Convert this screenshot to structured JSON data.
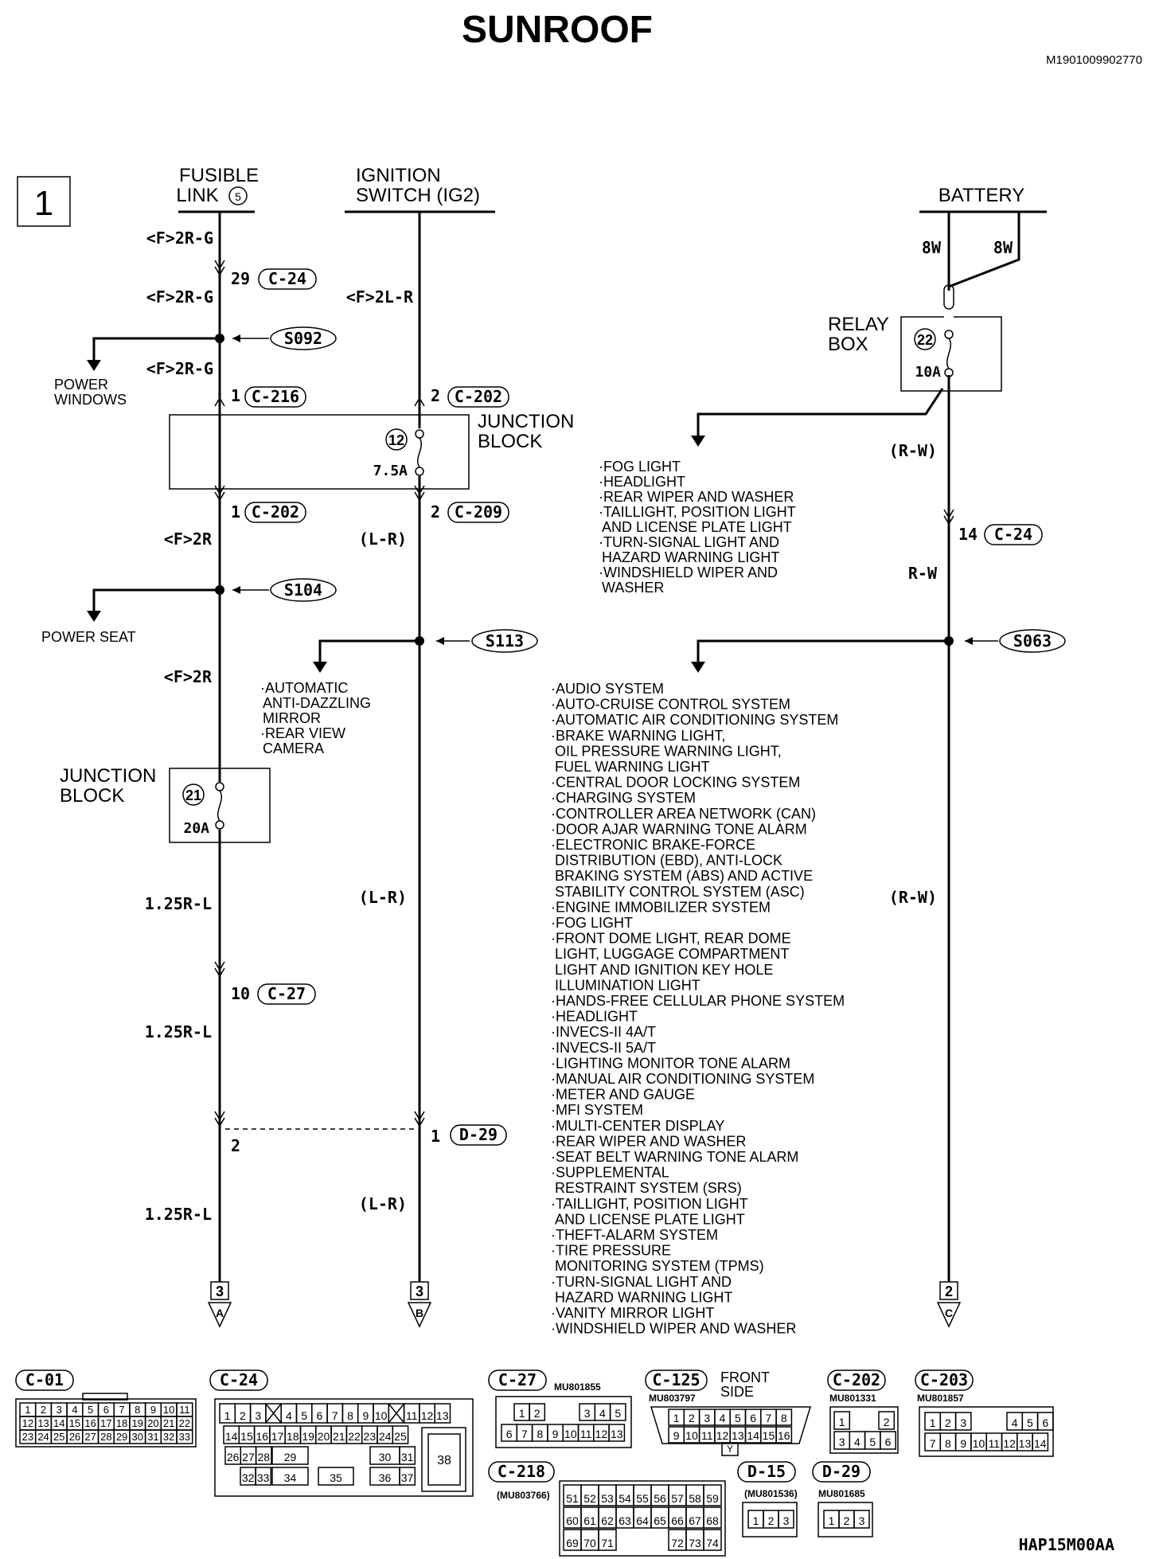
{
  "title": "SUNROOF",
  "doc_id": "M1901009902770",
  "figure_code": "HAP15M00AA",
  "page_number": "1",
  "sources": {
    "fusible_link": [
      "FUSIBLE",
      "LINK"
    ],
    "fusible_link_num": "5",
    "ignition_switch": [
      "IGNITION",
      "SWITCH (IG2)"
    ],
    "battery": "BATTERY"
  },
  "wire_labels": {
    "w1": "<F>2R-G",
    "w2": "<F>2R-G",
    "w3": "<F>2R-G",
    "w4": "<F>2L-R",
    "w5": "<F>2R",
    "w6": "<F>2R",
    "w7": "1.25R-L",
    "w8": "1.25R-L",
    "w9": "1.25R-L",
    "w10": "(L-R)",
    "w11": "(L-R)",
    "w12": "(L-R)",
    "w13": "8W",
    "w14": "8W",
    "w15": "(R-W)",
    "w16": "R-W",
    "w17": "(R-W)"
  },
  "pins": {
    "p1": "29",
    "c1": "C-24",
    "p2": "1",
    "c2": "C-216",
    "p3": "2",
    "c3": "C-202",
    "p4": "1",
    "c4": "C-202",
    "p5": "2",
    "c5": "C-209",
    "p6": "14",
    "c6": "C-24",
    "p7": "10",
    "c7": "C-27",
    "p8": "2",
    "p9": "1",
    "c9": "D-29"
  },
  "splices": {
    "s1": "S092",
    "s2": "S104",
    "s3": "S113",
    "s4": "S063"
  },
  "branches": {
    "power_windows": [
      "POWER",
      "WINDOWS"
    ],
    "power_seat": "POWER SEAT",
    "s113_list": [
      "·AUTOMATIC",
      "ANTI-DAZZLING",
      "MIRROR",
      "·REAR VIEW",
      "CAMERA"
    ],
    "relay_list": [
      "·FOG LIGHT",
      "·HEADLIGHT",
      "·REAR WIPER AND WASHER",
      "·TAILLIGHT, POSITION LIGHT",
      "AND LICENSE PLATE LIGHT",
      "·TURN-SIGNAL LIGHT AND",
      "HAZARD WARNING LIGHT",
      "·WINDSHIELD WIPER AND",
      "WASHER"
    ],
    "s063_list": [
      "·AUDIO SYSTEM",
      "·AUTO-CRUISE CONTROL SYSTEM",
      "·AUTOMATIC AIR CONDITIONING SYSTEM",
      "·BRAKE WARNING LIGHT,",
      "OIL PRESSURE WARNING LIGHT,",
      "FUEL WARNING LIGHT",
      "·CENTRAL DOOR LOCKING SYSTEM",
      "·CHARGING SYSTEM",
      "·CONTROLLER AREA NETWORK (CAN)",
      "·DOOR AJAR WARNING TONE ALARM",
      "·ELECTRONIC BRAKE-FORCE",
      "DISTRIBUTION  (EBD), ANTI-LOCK",
      "BRAKING SYSTEM (ABS) AND ACTIVE",
      "STABILITY CONTROL SYSTEM (ASC)",
      "·ENGINE IMMOBILIZER SYSTEM",
      "·FOG LIGHT",
      "·FRONT DOME LIGHT, REAR DOME",
      "LIGHT, LUGGAGE COMPARTMENT",
      "LIGHT AND IGNITION KEY HOLE",
      "ILLUMINATION LIGHT",
      "·HANDS-FREE CELLULAR PHONE SYSTEM",
      "·HEADLIGHT",
      "·INVECS-II 4A/T",
      "·INVECS-II 5A/T",
      "·LIGHTING MONITOR TONE ALARM",
      "·MANUAL AIR CONDITIONING SYSTEM",
      "·METER AND GAUGE",
      "·MFI SYSTEM",
      "·MULTI-CENTER DISPLAY",
      "·REAR WIPER AND WASHER",
      "·SEAT BELT WARNING TONE ALARM",
      "·SUPPLEMENTAL",
      "RESTRAINT SYSTEM (SRS)",
      "·TAILLIGHT, POSITION LIGHT",
      "AND LICENSE PLATE LIGHT",
      "·THEFT-ALARM SYSTEM",
      "·TIRE PRESSURE",
      "MONITORING SYSTEM (TPMS)",
      "·TURN-SIGNAL LIGHT AND",
      "HAZARD WARNING LIGHT",
      "·VANITY MIRROR LIGHT",
      "·WINDSHIELD WIPER AND WASHER"
    ]
  },
  "junction_block_1": {
    "label": [
      "JUNCTION",
      "BLOCK"
    ],
    "fuse_num": "12",
    "rating": "7.5A"
  },
  "junction_block_2": {
    "label": [
      "JUNCTION",
      "BLOCK"
    ],
    "fuse_num": "21",
    "rating": "20A"
  },
  "relay_box": {
    "label": [
      "RELAY",
      "BOX"
    ],
    "fuse_num": "22",
    "rating": "10A"
  },
  "continuations": [
    {
      "page": "3",
      "letter": "A"
    },
    {
      "page": "3",
      "letter": "B"
    },
    {
      "page": "2",
      "letter": "C"
    }
  ],
  "connectors": {
    "c01": {
      "name": "C-01",
      "rows": [
        [
          "1",
          "2",
          "3",
          "4",
          "5",
          "6",
          "7",
          "8",
          "9",
          "10",
          "11"
        ],
        [
          "12",
          "13",
          "14",
          "15",
          "16",
          "17",
          "18",
          "19",
          "20",
          "21",
          "22"
        ],
        [
          "23",
          "24",
          "25",
          "26",
          "27",
          "28",
          "29",
          "30",
          "31",
          "32",
          "33"
        ]
      ]
    },
    "c24": {
      "name": "C-24",
      "row1": [
        "1",
        "2",
        "3",
        "",
        "4",
        "5",
        "6",
        "7",
        "8",
        "9",
        "10",
        "",
        "11",
        "12",
        "13"
      ],
      "row2": [
        "14",
        "15",
        "16",
        "17",
        "18",
        "19",
        "20",
        "21",
        "22",
        "23",
        "24",
        "25"
      ],
      "row3": [
        "26",
        "27",
        "28",
        "29",
        "30",
        "31"
      ],
      "row4": [
        "32",
        "33",
        "34",
        "35",
        "36",
        "37"
      ],
      "big": "38"
    },
    "c27": {
      "name": "C-27",
      "part": "MU801855",
      "row1": [
        "1",
        "2",
        "3",
        "4",
        "5"
      ],
      "row2": [
        "6",
        "7",
        "8",
        "9",
        "10",
        "11",
        "12",
        "13"
      ]
    },
    "c125": {
      "name": "C-125",
      "side": [
        "FRONT",
        "SIDE"
      ],
      "part": "MU803797",
      "row1": [
        "1",
        "2",
        "3",
        "4",
        "5",
        "6",
        "7",
        "8"
      ],
      "row2": [
        "9",
        "10",
        "11",
        "12",
        "13",
        "14",
        "15",
        "16"
      ],
      "key": "Y"
    },
    "c202": {
      "name": "C-202",
      "part": "MU801331",
      "row1": [
        "1",
        "2"
      ],
      "row2": [
        "3",
        "4",
        "5",
        "6"
      ]
    },
    "c203": {
      "name": "C-203",
      "part": "MU801857",
      "row1": [
        "1",
        "2",
        "3",
        "4",
        "5",
        "6"
      ],
      "row2": [
        "7",
        "8",
        "9",
        "10",
        "11",
        "12",
        "13",
        "14"
      ]
    },
    "c218": {
      "name": "C-218",
      "part": "(MU803766)",
      "row1": [
        "51",
        "52",
        "53",
        "54",
        "55",
        "56",
        "57",
        "58",
        "59"
      ],
      "row2": [
        "60",
        "61",
        "62",
        "63",
        "64",
        "65",
        "66",
        "67",
        "68"
      ],
      "row3": [
        "69",
        "70",
        "71",
        "72",
        "73",
        "74"
      ]
    },
    "d15": {
      "name": "D-15",
      "part": "(MU801536)",
      "pins": [
        "1",
        "2",
        "3"
      ]
    },
    "d29": {
      "name": "D-29",
      "part": "MU801685",
      "pins": [
        "1",
        "2",
        "3"
      ]
    }
  }
}
